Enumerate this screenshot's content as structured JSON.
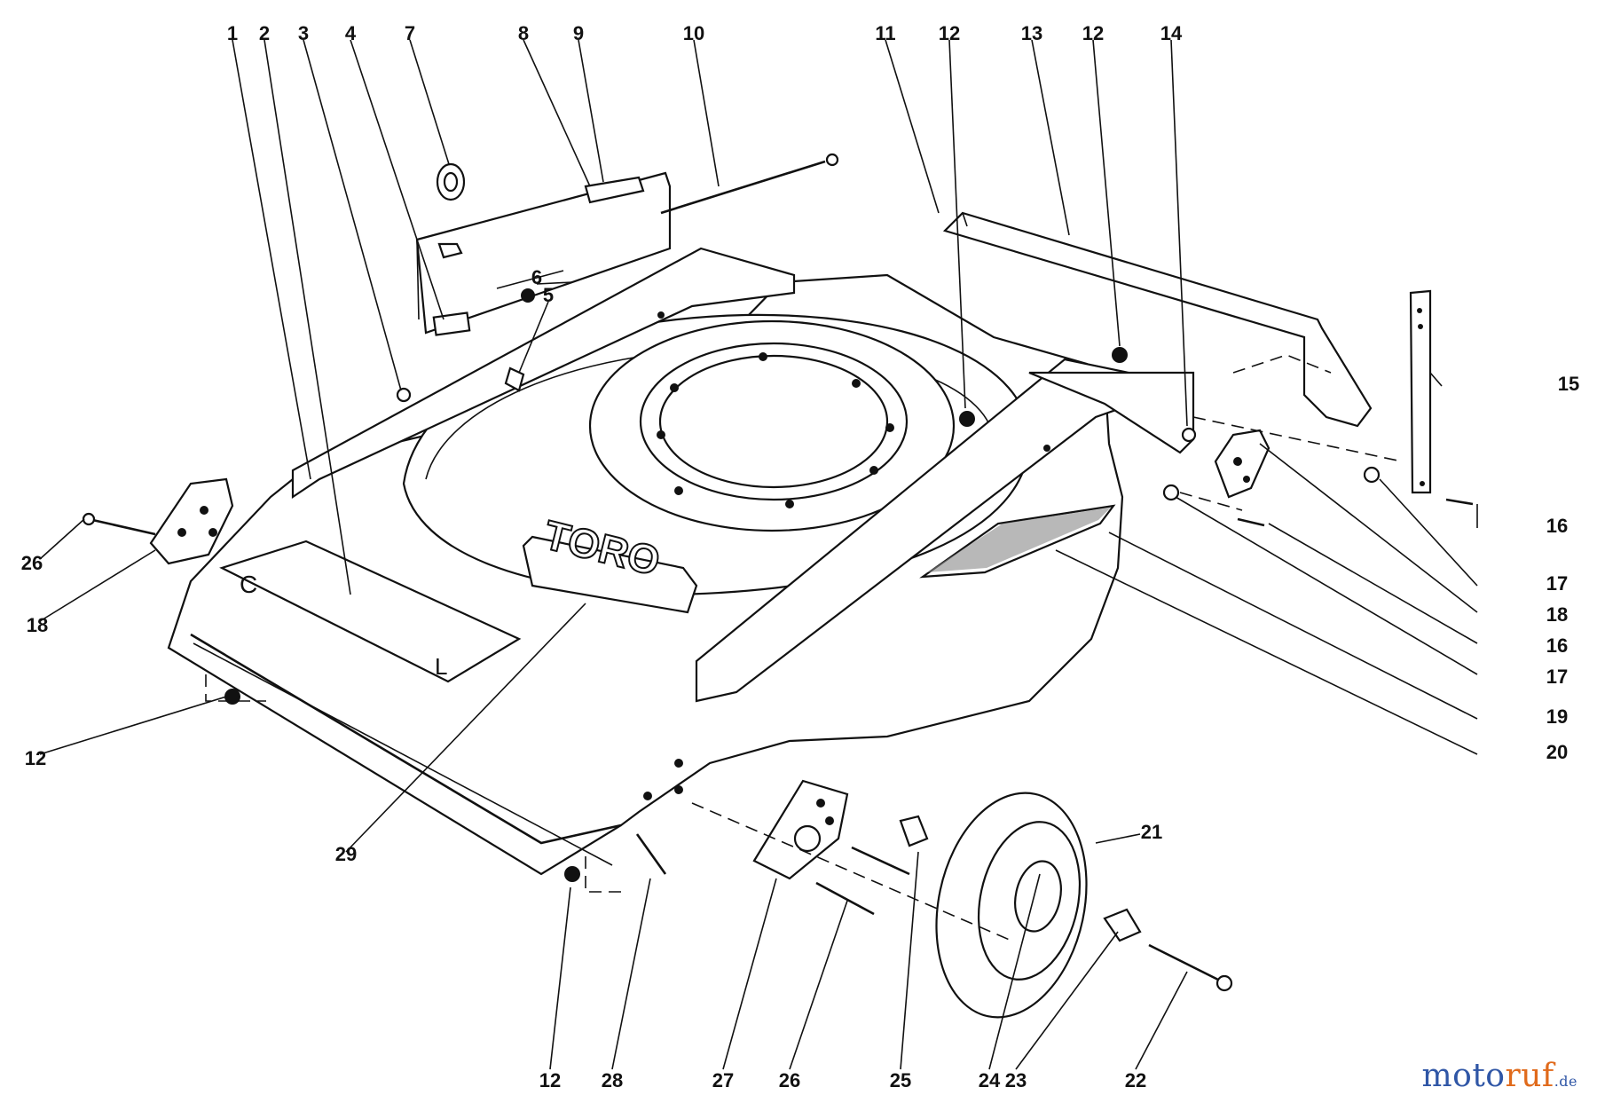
{
  "diagram": {
    "logo_text": "TORO",
    "decal_letter": "C",
    "decal_letter_2": "L",
    "watermark": {
      "part_1": "moto",
      "part_2": "ruf",
      "suffix": ".de",
      "colors": {
        "blue": "#2f56a6",
        "orange": "#e06a1b"
      }
    },
    "callouts": [
      "1",
      "2",
      "3",
      "4",
      "7",
      "8",
      "9",
      "10",
      "11",
      "12",
      "13",
      "12",
      "14",
      "6",
      "5",
      "15",
      "16",
      "17",
      "18",
      "16",
      "17",
      "19",
      "20",
      "21",
      "26",
      "18",
      "12",
      "29",
      "12",
      "28",
      "27",
      "26",
      "25",
      "24",
      "23",
      "22"
    ]
  }
}
